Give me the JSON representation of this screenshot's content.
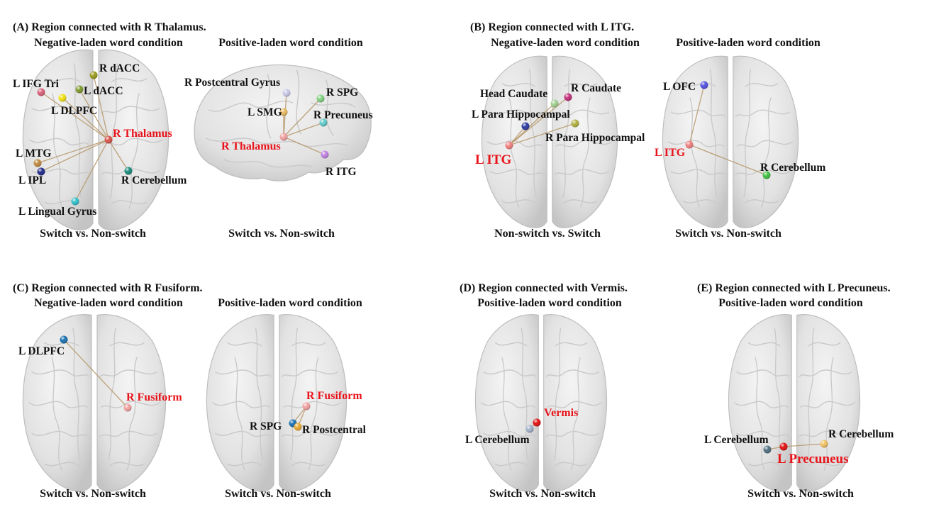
{
  "panelA": {
    "title": "(A) Region connected with R Thalamus.",
    "left": {
      "condition": "Negative-laden word condition",
      "contrast": "Switch vs. Non-switch",
      "seed": {
        "label": "R Thalamus",
        "color": "#d9534a"
      },
      "regions": [
        {
          "label": "R dACC",
          "color": "#9a9a20"
        },
        {
          "label": "L IFG Tri",
          "color": "#d9607a"
        },
        {
          "label": "L dACC",
          "color": "#7f9a30"
        },
        {
          "label": "L DLPFC",
          "color": "#f0e010"
        },
        {
          "label": "L MTG",
          "color": "#c08a40"
        },
        {
          "label": "L IPL",
          "color": "#222a8a"
        },
        {
          "label": "R Cerebellum",
          "color": "#1a8a7a"
        },
        {
          "label": "L Lingual Gyrus",
          "color": "#30c0c8"
        }
      ]
    },
    "right": {
      "condition": "Positive-laden word condition",
      "contrast": "Switch vs. Non-switch",
      "seed": {
        "label": "R Thalamus",
        "color": "#f0a0a0"
      },
      "regions": [
        {
          "label": "R Postcentral Gyrus",
          "color": "#c8c8e8"
        },
        {
          "label": "R SPG",
          "color": "#80d080"
        },
        {
          "label": "L SMG",
          "color": "#e8b860"
        },
        {
          "label": "R Precuneus",
          "color": "#60c8c8"
        },
        {
          "label": "R ITG",
          "color": "#c080e0"
        }
      ]
    }
  },
  "panelB": {
    "title": "(B) Region connected with L ITG.",
    "left": {
      "condition": "Negative-laden word condition",
      "contrast": "Non-switch vs. Switch",
      "seed": {
        "label": "L ITG",
        "color": "#f08080"
      },
      "regions": [
        {
          "label": "R Caudate",
          "color": "#c0307a"
        },
        {
          "label": "Head Caudate",
          "color": "#a0d090"
        },
        {
          "label": "L Para Hippocampal",
          "color": "#2a3aa0"
        },
        {
          "label": "R Para Hippocampal",
          "color": "#b0b040"
        }
      ]
    },
    "right": {
      "condition": "Positive-laden word condition",
      "contrast": "Switch vs. Non-switch",
      "seed": {
        "label": "L ITG",
        "color": "#f08080"
      },
      "regions": [
        {
          "label": "L OFC",
          "color": "#5050e0"
        },
        {
          "label": "R Cerebellum",
          "color": "#40c040"
        }
      ]
    }
  },
  "panelC": {
    "title": "(C) Region connected with R Fusiform.",
    "left": {
      "condition": "Negative-laden word condition",
      "contrast": "Switch vs. Non-switch",
      "seed": {
        "label": "R Fusiform",
        "color": "#f0a0a0"
      },
      "regions": [
        {
          "label": "L DLPFC",
          "color": "#1a70b0"
        }
      ]
    },
    "right": {
      "condition": "Positive-laden word condition",
      "contrast": "Switch vs. Non-switch",
      "seed": {
        "label": "R Fusiform",
        "color": "#f0a0a0"
      },
      "regions": [
        {
          "label": "R SPG",
          "color": "#1a70b0"
        },
        {
          "label": "R Postcentral",
          "color": "#e8a830"
        }
      ]
    }
  },
  "panelD": {
    "title": "(D) Region connected with Vermis.",
    "main": {
      "condition": "Positive-laden word condition",
      "contrast": "Switch vs. Non-switch",
      "seed": {
        "label": "Vermis",
        "color": "#e01010"
      },
      "regions": [
        {
          "label": "L Cerebellum",
          "color": "#a0b0c8"
        }
      ]
    }
  },
  "panelE": {
    "title": "(E) Region connected with L Precuneus.",
    "main": {
      "condition": "Positive-laden word condition",
      "contrast": "Switch vs. Non-switch",
      "seed": {
        "label": "L Precuneus",
        "color": "#e01010"
      },
      "regions": [
        {
          "label": "L Cerebellum",
          "color": "#507080"
        },
        {
          "label": "R Cerebellum",
          "color": "#f0c060"
        }
      ]
    }
  }
}
